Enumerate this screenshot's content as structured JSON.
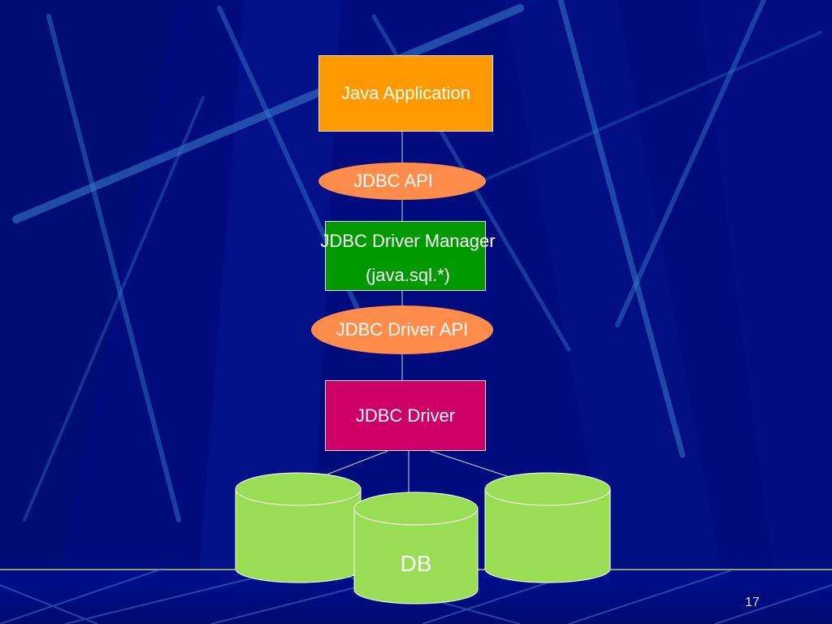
{
  "diagram": {
    "java_application": "Java Application",
    "jdbc_api": "JDBC API",
    "driver_manager_line1": "JDBC Driver Manager",
    "driver_manager_line2": "(java.sql.*)",
    "jdbc_driver_api": "JDBC Driver API",
    "jdbc_driver": "JDBC Driver",
    "db_label": "DB"
  },
  "slide_number": "17",
  "colors": {
    "background": "#000c7e",
    "java_application_fill": "#ff9900",
    "ellipse_fill": "#ff8c4a",
    "driver_manager_fill": "#009900",
    "jdbc_driver_fill": "#cc0066",
    "database_fill": "#99dd55",
    "connector": "#d0d0d0"
  }
}
